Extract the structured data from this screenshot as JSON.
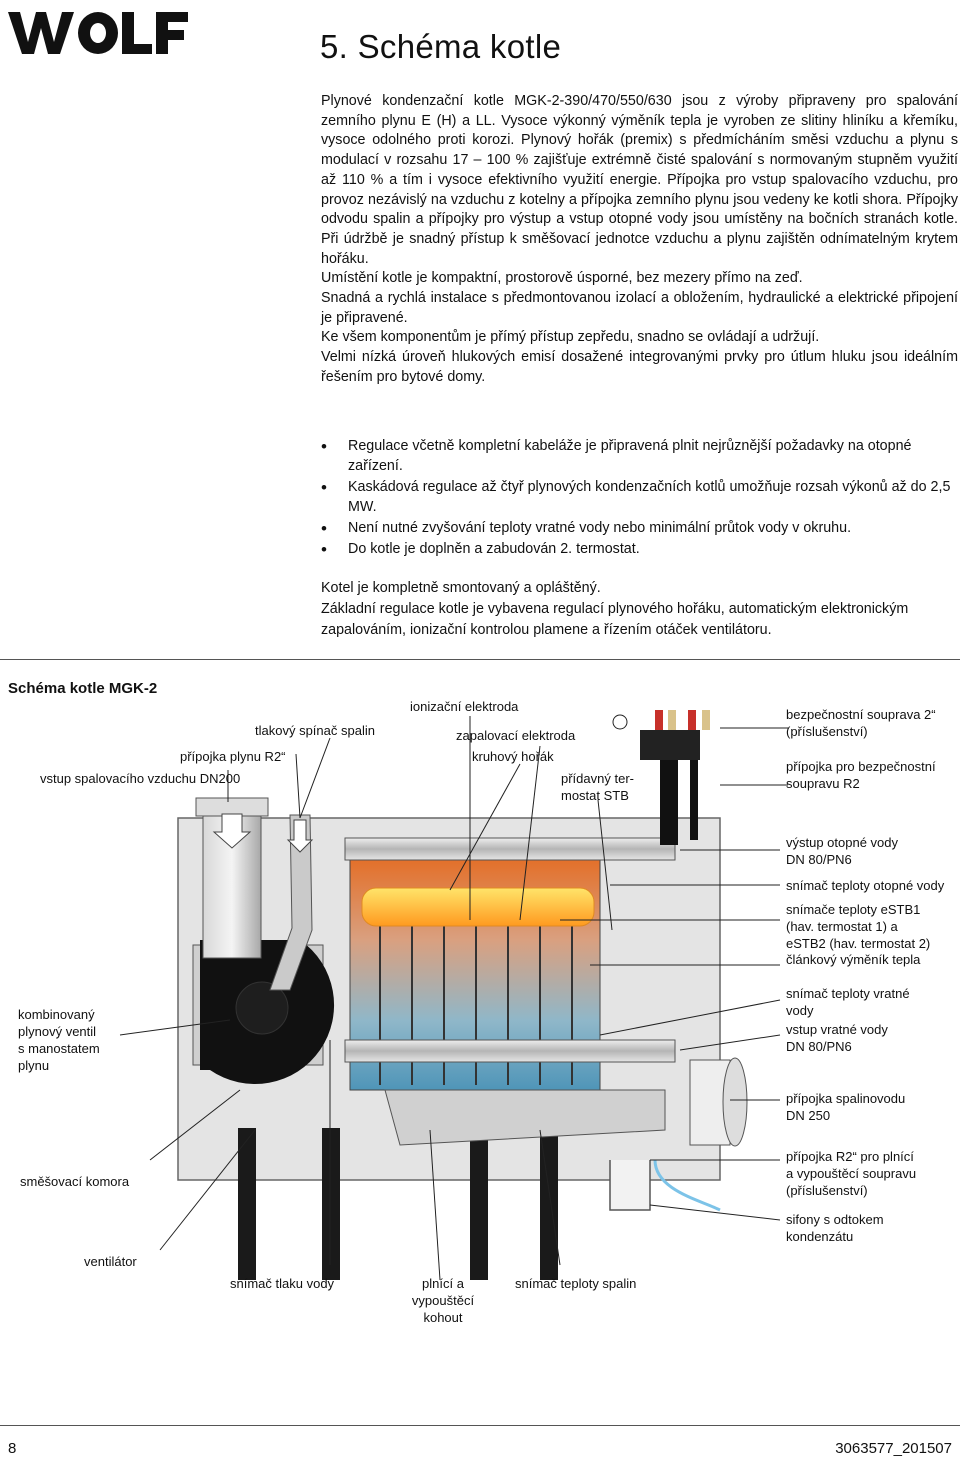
{
  "logo": {
    "text": "WOLF"
  },
  "heading": "5.  Schéma kotle",
  "intro": {
    "p1": "Plynové kondenzační kotle MGK-2-390/470/550/630 jsou z výroby připraveny pro spalování zemního plynu E (H) a LL. Vysoce výkonný výměník tepla je vyroben ze slitiny hliníku a křemíku, vysoce odolného proti korozi. Plynový hořák (premix) s předmícháním směsi vzduchu a plynu s modulací v rozsahu 17 – 100 % zajišťuje extrémně čisté spalování s normovaným stupněm využití až 110 % a tím i vysoce efektivního využití energie. Přípojka pro vstup spalovacího vzduchu, pro provoz nezávislý na vzduchu z kotelny a přípojka zemního plynu jsou vedeny ke kotli shora. Přípojky odvodu spalin a přípojky pro výstup a vstup otopné vody jsou umístěny na bočních stranách kotle. Při údržbě je snadný přístup k směšovací jednotce vzduchu a plynu zajištěn odnímatelným krytem hořáku.",
    "p2": "Umístění kotle je kompaktní, prostorově úsporné, bez mezery přímo na zeď.",
    "p3": "Snadná a rychlá instalace s předmontovanou izolací a obložením, hydraulické a elektrické připojení je připravené.",
    "p4": "Ke všem komponentům je přímý přístup zepředu, snadno se ovládají a udržují.",
    "p5": "Velmi nízká úroveň hlukových emisí dosažené integrovanými prvky pro útlum hluku jsou ideálním řešením pro bytové domy."
  },
  "bullets": [
    "Regulace včetně kompletní kabeláže je připravená plnit nejrůznější požadavky na otopné zařízení.",
    "Kaskádová regulace až čtyř plynových kondenzačních kotlů umožňuje rozsah výkonů až do 2,5 MW.",
    "Není nutné zvyšování teploty vratné vody nebo minimální průtok vody v okruhu.",
    "Do kotle je doplněn a zabudován 2. termostat."
  ],
  "closing": {
    "p1": "Kotel je kompletně smontovaný a opláštěný.",
    "p2": "Základní regulace kotle je vybavena regulací plynového hořáku, automatickým elektronickým zapalováním, ionizační kontrolou plamene a řízením otáček ventilátoru."
  },
  "diagram": {
    "title": "Schéma kotle MGK-2",
    "labels": {
      "ionizacni_elektroda": "ionizační elektroda",
      "tlakovy_spinac": "tlakový spínač spalin",
      "zapalovaci_elektroda": "zapalovací elektroda",
      "pripojka_plynu": "přípojka plynu R2“",
      "kruhovy_horak": "kruhový hořák",
      "vstup_vzduchu": "vstup spalovacího vzduchu DN200",
      "pridavny_termostat_1": "přídavný ter-",
      "pridavny_termostat_2": "mostat  STB",
      "bezp_souprava_1": "bezpečnostní souprava 2“",
      "bezp_souprava_2": "(příslušenství)",
      "pripojka_bezp_1": "přípojka pro bezpečnostní",
      "pripojka_bezp_2": "soupravu R2",
      "vystup_otopne_1": "výstup otopné vody",
      "vystup_otopne_2": "DN 80/PN6",
      "snimac_otopne": "snímač teploty otopné vody",
      "snimace_estb_1": "snímače teploty eSTB1",
      "snimace_estb_2": "(hav. termostat 1) a",
      "snimace_estb_3": "eSTB2 (hav. termostat 2)",
      "clankovy_vymenik": "článkový výměník tepla",
      "kombinovany_1": "kombinovaný",
      "kombinovany_2": "plynový ventil",
      "kombinovany_3": "s manostatem",
      "kombinovany_4": "plynu",
      "snimac_vratne_1": "snímač teploty vratné",
      "snimac_vratne_2": "vody",
      "vstup_vratne_1": "vstup vratné vody",
      "vstup_vratne_2": "DN 80/PN6",
      "pripojka_spalinovodu_1": "přípojka spalinovodu",
      "pripojka_spalinovodu_2": "DN 250",
      "smesovaci_komora": "směšovací komora",
      "pripojka_r2_1": "přípojka R2“ pro plnící",
      "pripojka_r2_2": "a vypouštěcí soupravu",
      "pripojka_r2_3": "(příslušenství)",
      "sifony_1": "sifony s odtokem",
      "sifony_2": "kondenzátu",
      "ventilator": "ventilátor",
      "snimac_tlaku": "snímač tlaku vody",
      "plnici_1": "plnící a",
      "plnici_2": "vypouštěcí",
      "plnici_3": "kohout",
      "snimac_spalin": "snímač teploty spalin"
    }
  },
  "footer": {
    "page": "8",
    "doc": "3063577_201507"
  }
}
